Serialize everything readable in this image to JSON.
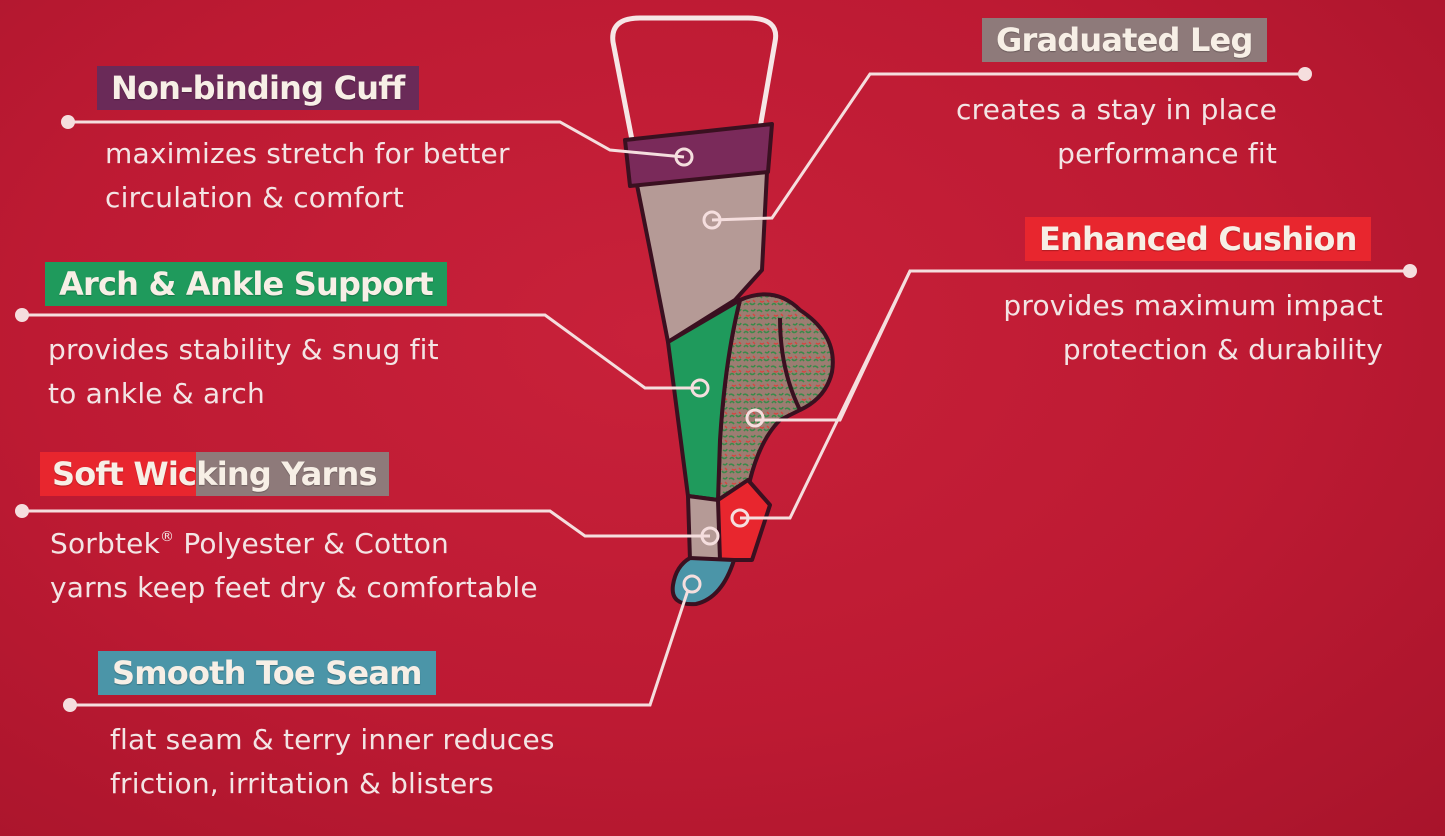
{
  "features": [
    {
      "id": "cuff",
      "title": "Non-binding Cuff",
      "lines": [
        "maximizes stretch for better",
        "circulation & comfort"
      ],
      "color": "#6a2a58"
    },
    {
      "id": "arch",
      "title": "Arch & Ankle Support",
      "lines": [
        "provides stability & snug fit",
        "to ankle & arch"
      ],
      "color": "#1f9a5c"
    },
    {
      "id": "wicking",
      "title": "Soft Wicking Yarns",
      "title_gray_part": "king Yarns",
      "title_red_part": "Soft Wic",
      "lines": [
        "Sorbtek",
        "Polyester & Cotton",
        "yarns keep feet dry & comfortable"
      ],
      "reg_mark": "®",
      "color_left": "#e8262e",
      "color_right": "#8e7a7a"
    },
    {
      "id": "toe",
      "title": "Smooth Toe Seam",
      "lines": [
        "flat seam & terry inner reduces",
        "friction, irritation & blisters"
      ],
      "color": "#4b95a8"
    },
    {
      "id": "leg",
      "title": "Graduated Leg",
      "lines": [
        "creates a stay in place",
        "performance fit"
      ],
      "color": "#8e7a7a"
    },
    {
      "id": "cushion",
      "title": "Enhanced Cushion",
      "lines": [
        "provides maximum impact",
        "protection & durability"
      ],
      "color": "#e8262e"
    }
  ],
  "colors": {
    "background": "#bd1a33",
    "leader_line": "#f5dede",
    "sock_outline": "#3a1020",
    "sock_leg": "#b59a96",
    "sock_cuff": "#7a2a5a",
    "sock_arch": "#1f9a5c",
    "sock_heel": "#9a7a70",
    "sock_cushion": "#e8262e",
    "sock_toe": "#4b95a8"
  }
}
